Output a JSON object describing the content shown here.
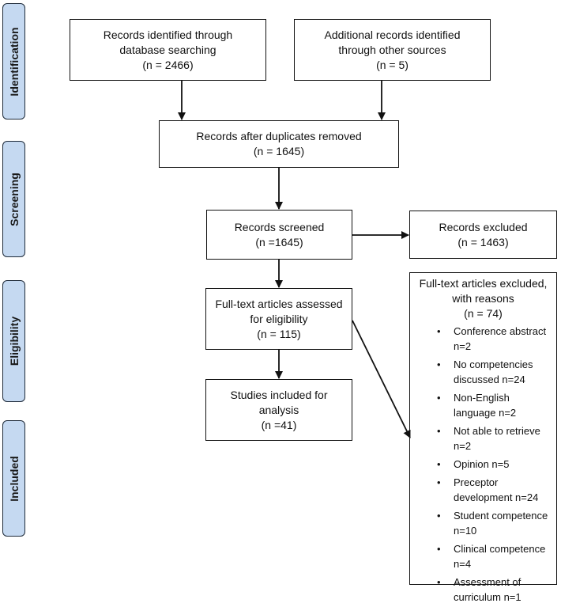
{
  "phases": {
    "identification": "Identification",
    "screening": "Screening",
    "eligibility": "Eligibility",
    "included": "Included"
  },
  "boxes": {
    "database": [
      "Records identified through",
      "database searching",
      "(n = 2466)"
    ],
    "other_sources": [
      "Additional records identified",
      "through other sources",
      "(n = 5)"
    ],
    "duplicates_removed": [
      "Records after duplicates removed",
      "(n =   1645)"
    ],
    "screened": [
      "Records screened",
      "(n =1645)"
    ],
    "excluded": [
      "Records excluded",
      "(n = 1463)"
    ],
    "fulltext": [
      "Full-text articles assessed",
      "for eligibility",
      "(n = 115)"
    ],
    "included": [
      "Studies included for",
      "analysis",
      "(n =41)"
    ]
  },
  "fulltext_excluded": {
    "title": [
      "Full-text articles excluded,",
      "with reasons",
      "(n = 74)"
    ],
    "reasons": [
      "Conference abstract n=2",
      "No competencies discussed n=24",
      "Non-English language n=2",
      "Not able to retrieve n=2",
      "Opinion n=5",
      "Preceptor development n=24",
      "Student competence n=10",
      "Clinical competence n=4",
      "Assessment of curriculum n=1"
    ]
  }
}
